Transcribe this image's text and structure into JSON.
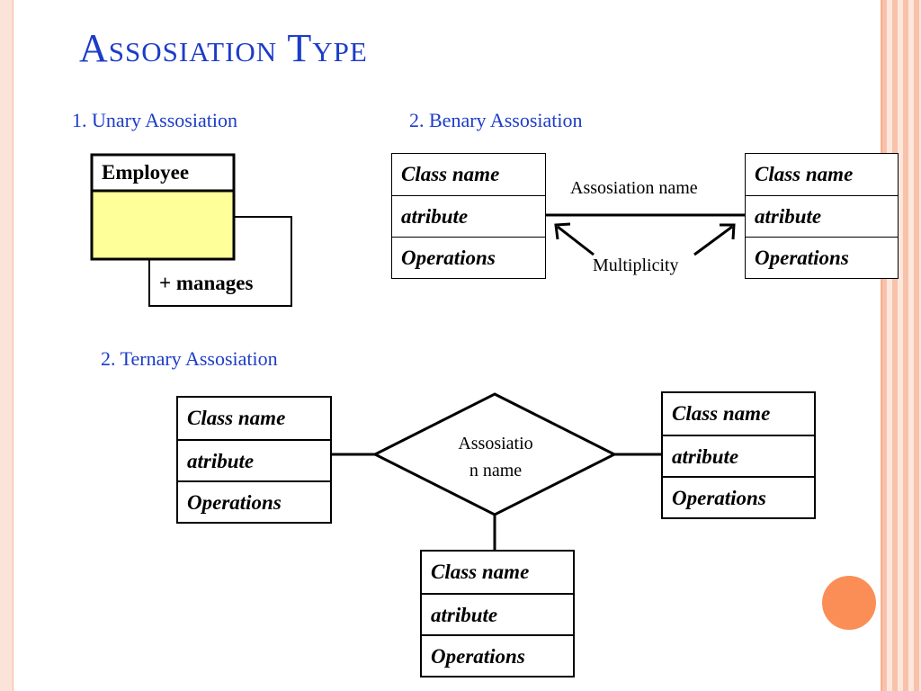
{
  "title": "Assosiation Type",
  "sections": {
    "unary": "1. Unary Assosiation",
    "binary": "2. Benary Assosiation",
    "ternary": "2. Ternary Assosiation"
  },
  "unary": {
    "class_name": "Employee",
    "role": "+ manages"
  },
  "binary": {
    "left": {
      "name": "Class name",
      "attribute": "atribute",
      "operations": "Operations"
    },
    "right": {
      "name": "Class name",
      "attribute": "atribute",
      "operations": "Operations"
    },
    "association_name": "Assosiation name",
    "multiplicity": "Multiplicity"
  },
  "ternary": {
    "left": {
      "name": "Class name",
      "attribute": "atribute",
      "operations": "Operations"
    },
    "right": {
      "name": "Class name",
      "attribute": "atribute",
      "operations": "Operations"
    },
    "bottom": {
      "name": "Class name",
      "attribute": "atribute",
      "operations": "Operations"
    },
    "association_name_line1": "Assosiatio",
    "association_name_line2": "n name"
  },
  "colors": {
    "title": "#1c3cc8",
    "employee_fill": "#ffff99",
    "accent_dot": "#fb8e57"
  }
}
